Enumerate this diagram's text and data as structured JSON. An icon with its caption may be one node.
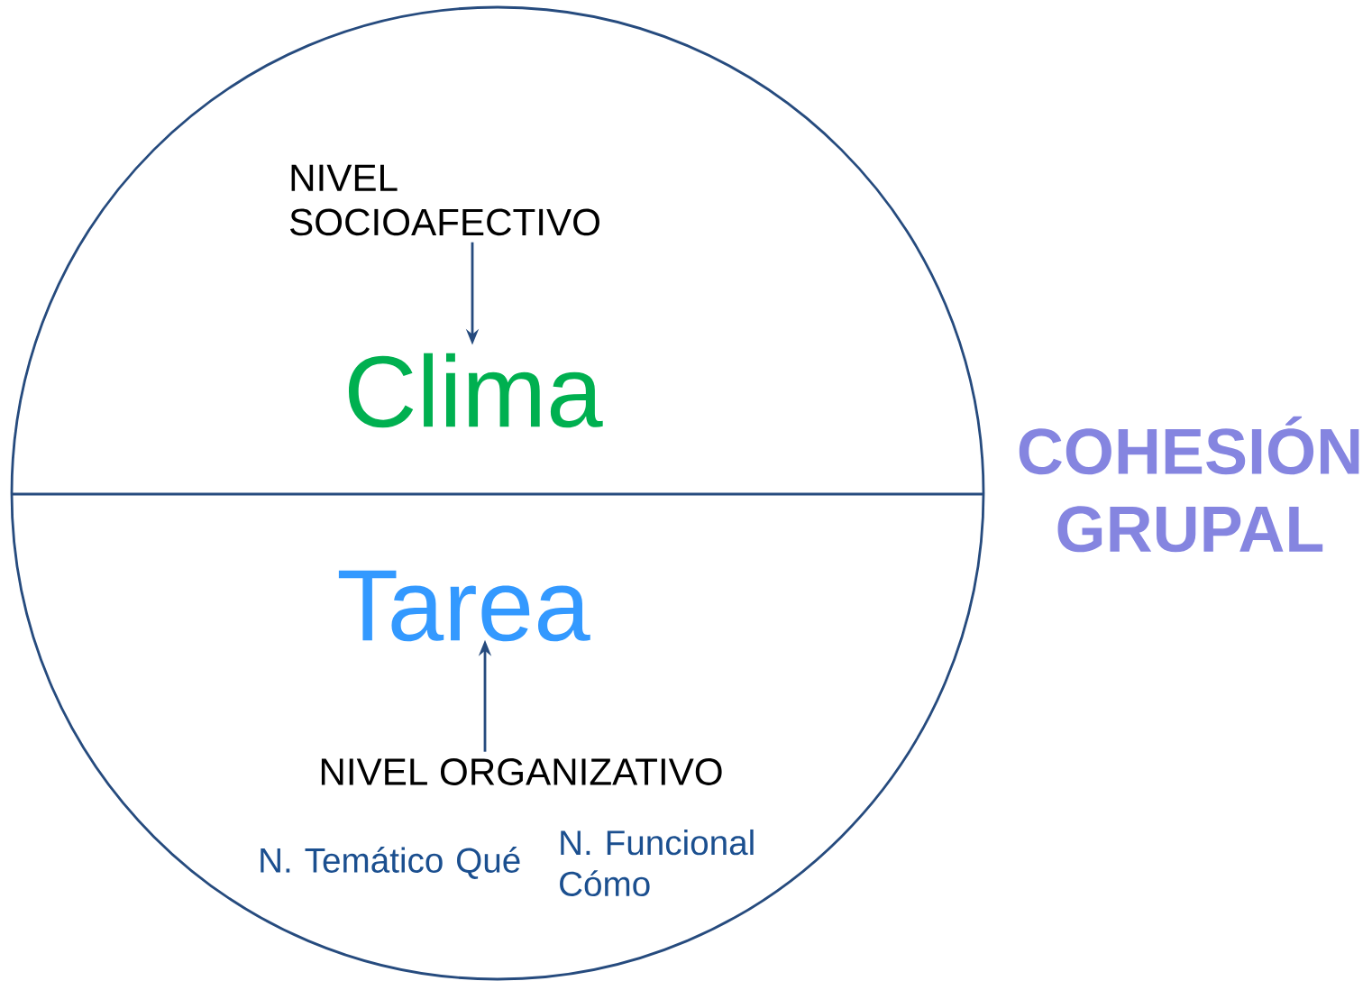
{
  "diagram": {
    "nodes": [
      {
        "text": [
          "COHESIÓN GRUPAL"
        ]
      },
      {
        "text": [
          "NIVEL SOCIOAFECTIVO"
        ],
        "in": 0
      },
      {
        "text": [
          "Clima"
        ],
        "in": 0
      },
      {
        "text": [
          "Tarea"
        ],
        "in": 0
      },
      {
        "text": [
          "NIVEL ORGANIZATIVO"
        ],
        "in": 0
      },
      {
        "text": [
          "N. Temático Qué"
        ],
        "in": 0
      },
      {
        "text": [
          "N. Funcional Cómo"
        ],
        "in": 0
      }
    ],
    "edges": [
      {
        "from": 1,
        "to": 2,
        "arrow": "to"
      },
      {
        "from": 4,
        "to": 3,
        "arrow": "to"
      }
    ]
  }
}
